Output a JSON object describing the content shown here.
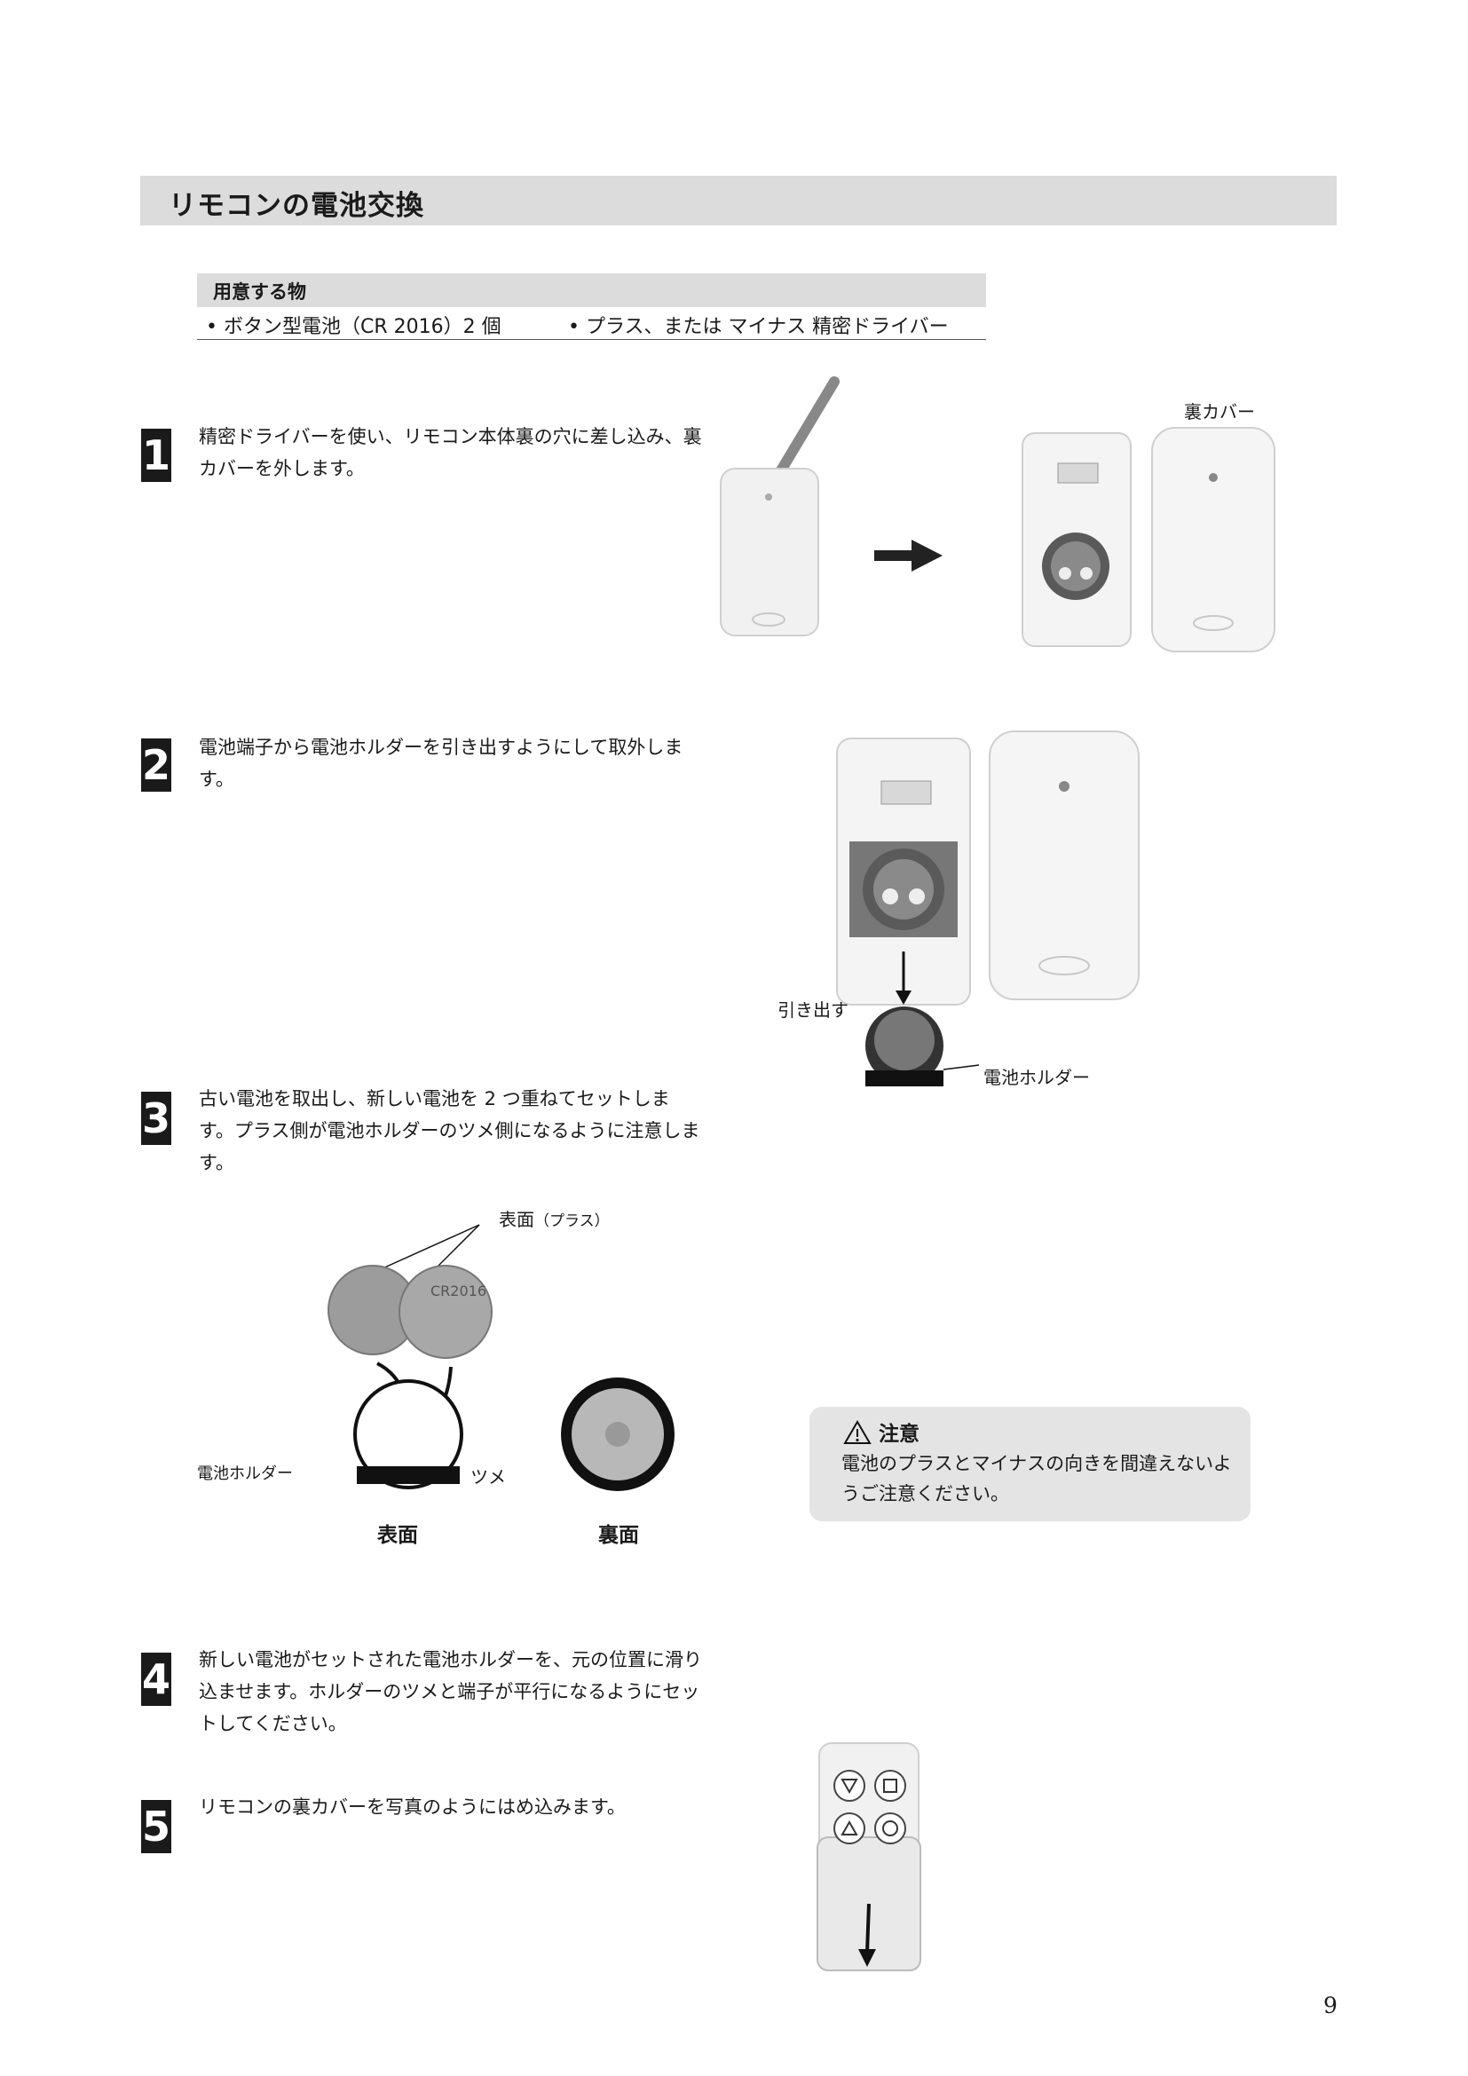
{
  "title": "リモコンの電池交換",
  "preparation": {
    "heading": "用意する物",
    "items": [
      "• ボタン型電池（CR 2016）2 個",
      "• プラス、または マイナス 精密ドライバー"
    ]
  },
  "steps": [
    {
      "number": "1",
      "text": "精密ドライバーを使い、リモコン本体裏の穴に差し込み、裏カバーを外します。"
    },
    {
      "number": "2",
      "text": "電池端子から電池ホルダーを引き出すようにして取外します。"
    },
    {
      "number": "3",
      "text": "古い電池を取出し、新しい電池を 2 つ重ねてセットします。プラス側が電池ホルダーのツメ側になるように注意します。"
    },
    {
      "number": "4",
      "text": "新しい電池がセットされた電池ホルダーを、元の位置に滑り込ませます。ホルダーのツメと端子が平行になるようにセットしてください。"
    },
    {
      "number": "5",
      "text": "リモコンの裏カバーを写真のようにはめ込みます。"
    }
  ],
  "labels": {
    "back_cover": "裏カバー",
    "pull_out": "引き出す",
    "battery_holder": "電池ホルダー",
    "front_plus": "表面",
    "front_plus_suffix": "（プラス）",
    "battery_holder_2": "電池ホルダー",
    "tab": "ツメ",
    "front": "表面",
    "back": "裏面",
    "coin_text": "CR2016"
  },
  "note": {
    "title": "注意",
    "body": "電池のプラスとマイナスの向きを間違えないようご注意ください。"
  },
  "page_number": "9"
}
